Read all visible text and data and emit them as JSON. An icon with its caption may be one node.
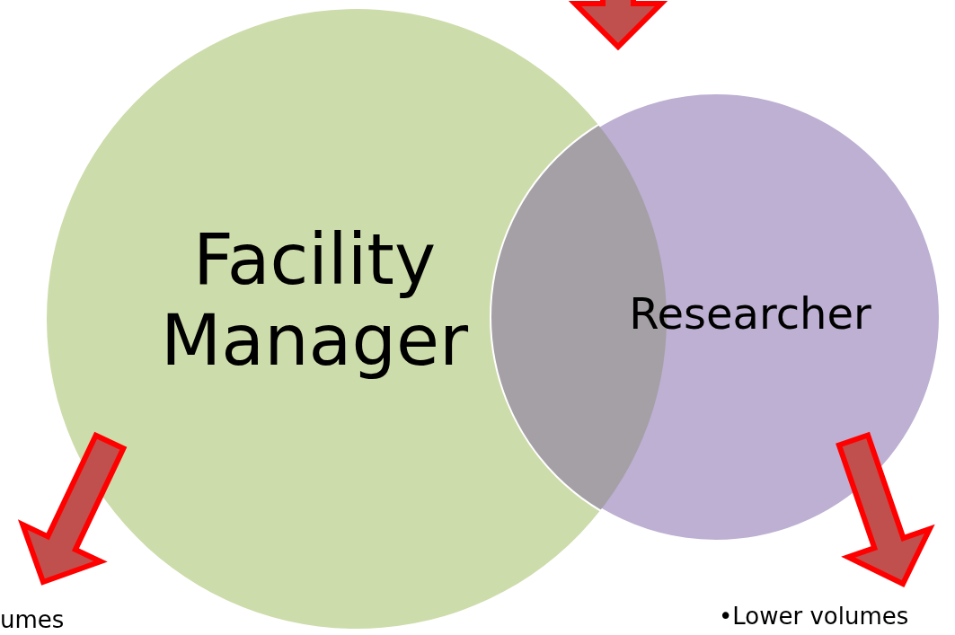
{
  "diagram": {
    "nodes": [
      {
        "text": [
          "Facility Manager"
        ]
      },
      {
        "text": [
          "Researcher"
        ]
      },
      {
        "text": [
          "umes"
        ]
      },
      {
        "text": [
          "•Lower volumes"
        ]
      }
    ],
    "edges": [
      {
        "from": 0,
        "to": 2,
        "arrow": "to",
        "style": "thick"
      },
      {
        "from": 1,
        "to": 3,
        "arrow": "to",
        "style": "thick"
      },
      {
        "from": null,
        "to": 1,
        "arrow": "to",
        "style": "thick"
      }
    ]
  }
}
